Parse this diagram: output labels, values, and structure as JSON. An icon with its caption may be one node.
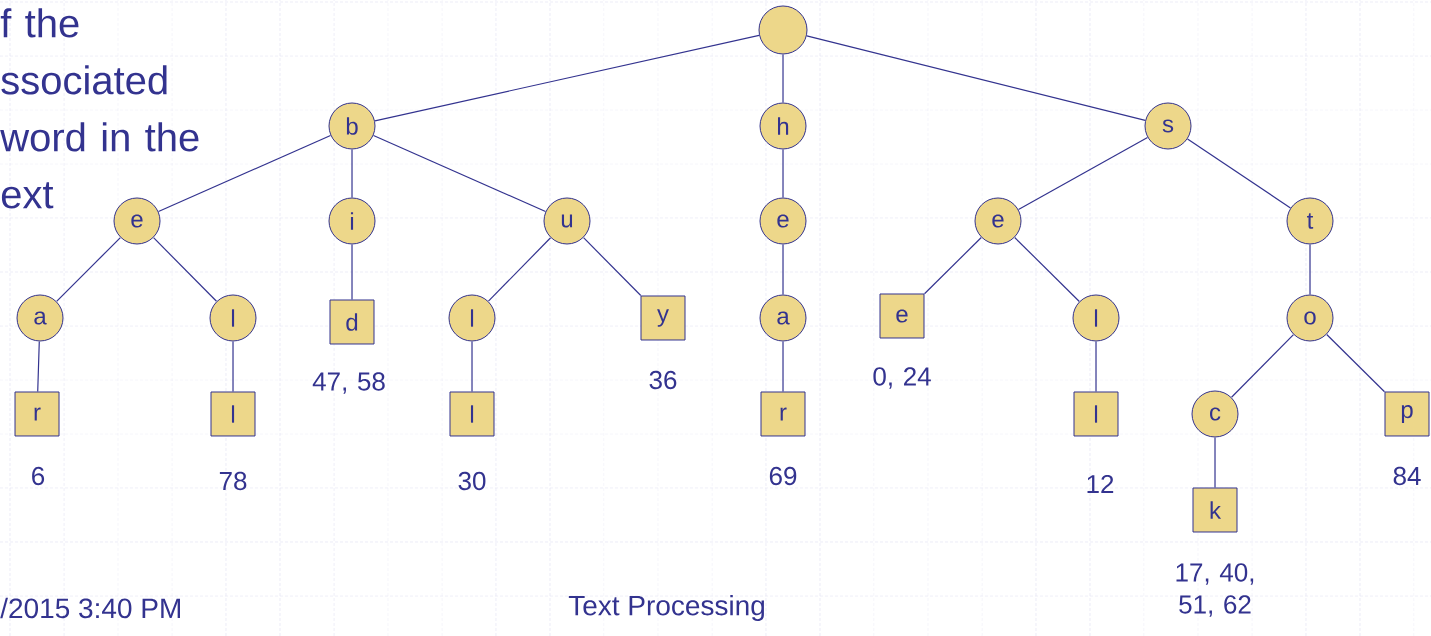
{
  "diagram": {
    "nodes": [
      {
        "text": [],
        "shape": "circle"
      },
      {
        "text": [
          "b"
        ]
      },
      {
        "text": [
          "h"
        ]
      },
      {
        "text": [
          "s"
        ]
      },
      {
        "text": [
          "e"
        ]
      },
      {
        "text": [
          "i"
        ]
      },
      {
        "text": [
          "u"
        ]
      },
      {
        "text": [
          "e"
        ]
      },
      {
        "text": [
          "e"
        ]
      },
      {
        "text": [
          "t"
        ]
      },
      {
        "text": [
          "a"
        ]
      },
      {
        "text": [
          "l"
        ]
      },
      {
        "text": [
          "d"
        ],
        "beside": [
          "47, 58"
        ]
      },
      {
        "text": [
          "l"
        ]
      },
      {
        "text": [
          "y"
        ],
        "beside": [
          "36"
        ]
      },
      {
        "text": [
          "a"
        ]
      },
      {
        "text": [
          "e"
        ],
        "beside": [
          "0, 24"
        ]
      },
      {
        "text": [
          "l"
        ]
      },
      {
        "text": [
          "o"
        ]
      },
      {
        "text": [
          "r"
        ],
        "beside": [
          "6"
        ]
      },
      {
        "text": [
          "l"
        ],
        "beside": [
          "78"
        ]
      },
      {
        "text": [
          "l"
        ],
        "beside": [
          "30"
        ]
      },
      {
        "text": [
          "r"
        ],
        "beside": [
          "69"
        ]
      },
      {
        "text": [
          "l"
        ],
        "beside": [
          "12"
        ]
      },
      {
        "text": [
          "c"
        ]
      },
      {
        "text": [
          "p"
        ],
        "beside": [
          "84"
        ]
      },
      {
        "text": [
          "k"
        ],
        "beside": [
          "17, 40, 51, 62"
        ]
      }
    ],
    "edges": [
      {
        "from": 0,
        "to": 1,
        "arrow": "none"
      },
      {
        "from": 0,
        "to": 2,
        "arrow": "none"
      },
      {
        "from": 0,
        "to": 3,
        "arrow": "none"
      },
      {
        "from": 1,
        "to": 4,
        "arrow": "none"
      },
      {
        "from": 1,
        "to": 5,
        "arrow": "none"
      },
      {
        "from": 1,
        "to": 6,
        "arrow": "none"
      },
      {
        "from": 2,
        "to": 7,
        "arrow": "none"
      },
      {
        "from": 3,
        "to": 8,
        "arrow": "none"
      },
      {
        "from": 3,
        "to": 9,
        "arrow": "none"
      },
      {
        "from": 4,
        "to": 10,
        "arrow": "none"
      },
      {
        "from": 4,
        "to": 11,
        "arrow": "none"
      },
      {
        "from": 5,
        "to": 12,
        "arrow": "none"
      },
      {
        "from": 6,
        "to": 13,
        "arrow": "none"
      },
      {
        "from": 6,
        "to": 14,
        "arrow": "none"
      },
      {
        "from": 7,
        "to": 15,
        "arrow": "none"
      },
      {
        "from": 8,
        "to": 16,
        "arrow": "none"
      },
      {
        "from": 8,
        "to": 17,
        "arrow": "none"
      },
      {
        "from": 9,
        "to": 18,
        "arrow": "none"
      },
      {
        "from": 10,
        "to": 19,
        "arrow": "none"
      },
      {
        "from": 11,
        "to": 20,
        "arrow": "none"
      },
      {
        "from": 13,
        "to": 21,
        "arrow": "none"
      },
      {
        "from": 15,
        "to": 22,
        "arrow": "none"
      },
      {
        "from": 17,
        "to": 23,
        "arrow": "none"
      },
      {
        "from": 18,
        "to": 24,
        "arrow": "none"
      },
      {
        "from": 18,
        "to": 25,
        "arrow": "none"
      },
      {
        "from": 24,
        "to": 26,
        "arrow": "none"
      }
    ],
    "labels": [
      "f the ssociated word in the ext",
      "/2015 3:40 PM",
      "Text Processing"
    ]
  }
}
